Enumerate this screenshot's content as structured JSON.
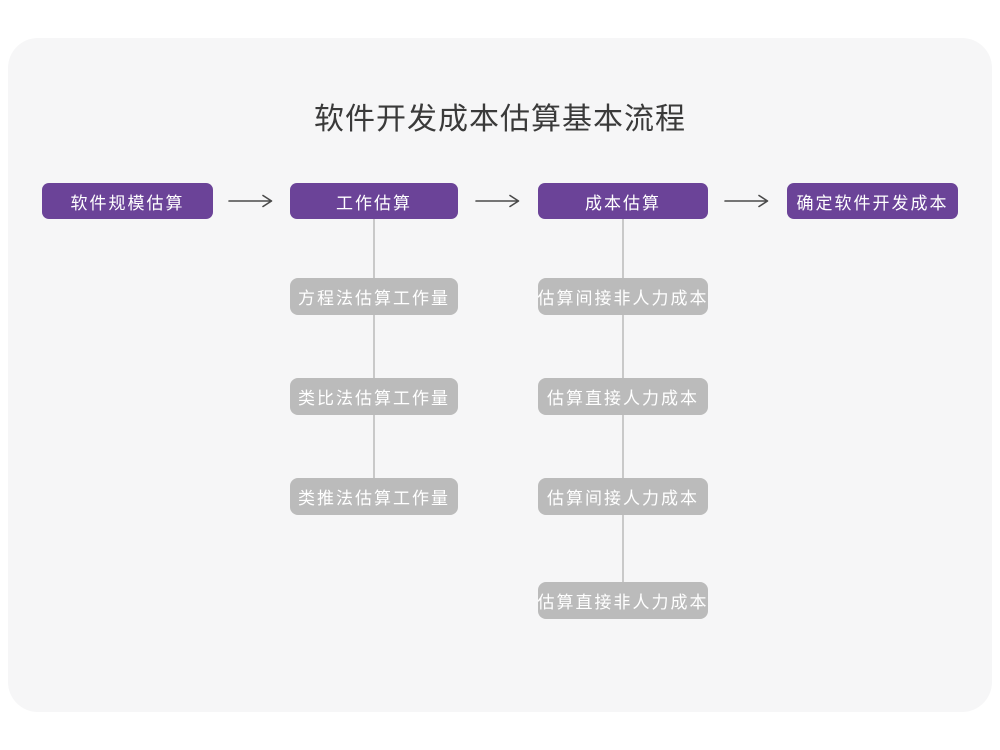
{
  "title": "软件开发成本估算基本流程",
  "colors": {
    "primary_purple": "#6b4398",
    "secondary_gray": "#bbbbbb",
    "card_background": "#f6f6f7",
    "connector_line": "#c9c9c9",
    "arrow": "#4a4a4a"
  },
  "flow": {
    "main_steps": [
      {
        "label": "软件规模估算"
      },
      {
        "label": "工作估算"
      },
      {
        "label": "成本估算"
      },
      {
        "label": "确定软件开发成本"
      }
    ],
    "work_estimation_methods": [
      {
        "label": "方程法估算工作量"
      },
      {
        "label": "类比法估算工作量"
      },
      {
        "label": "类推法估算工作量"
      }
    ],
    "cost_estimation_steps": [
      {
        "label": "估算间接非人力成本"
      },
      {
        "label": "估算直接人力成本"
      },
      {
        "label": "估算间接人力成本"
      },
      {
        "label": "估算直接非人力成本"
      }
    ]
  }
}
